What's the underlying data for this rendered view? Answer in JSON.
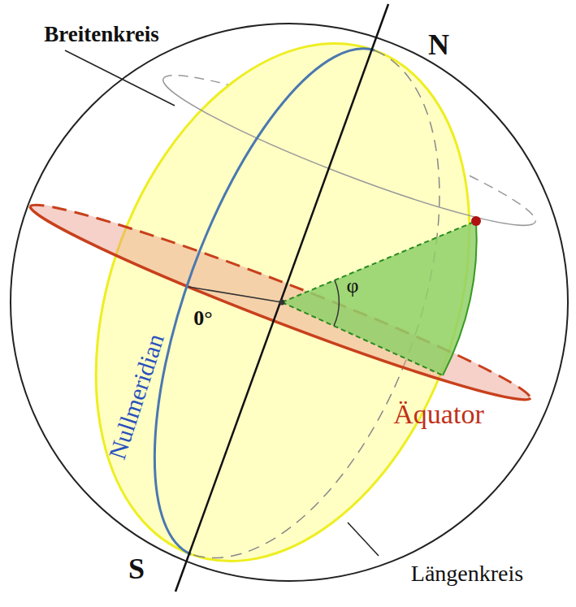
{
  "diagram": {
    "labels": [
      "Breitenkreis",
      "N",
      "φ",
      "0°",
      "Äquator",
      "Nullmeridian",
      "S",
      "Längenkreis"
    ]
  }
}
